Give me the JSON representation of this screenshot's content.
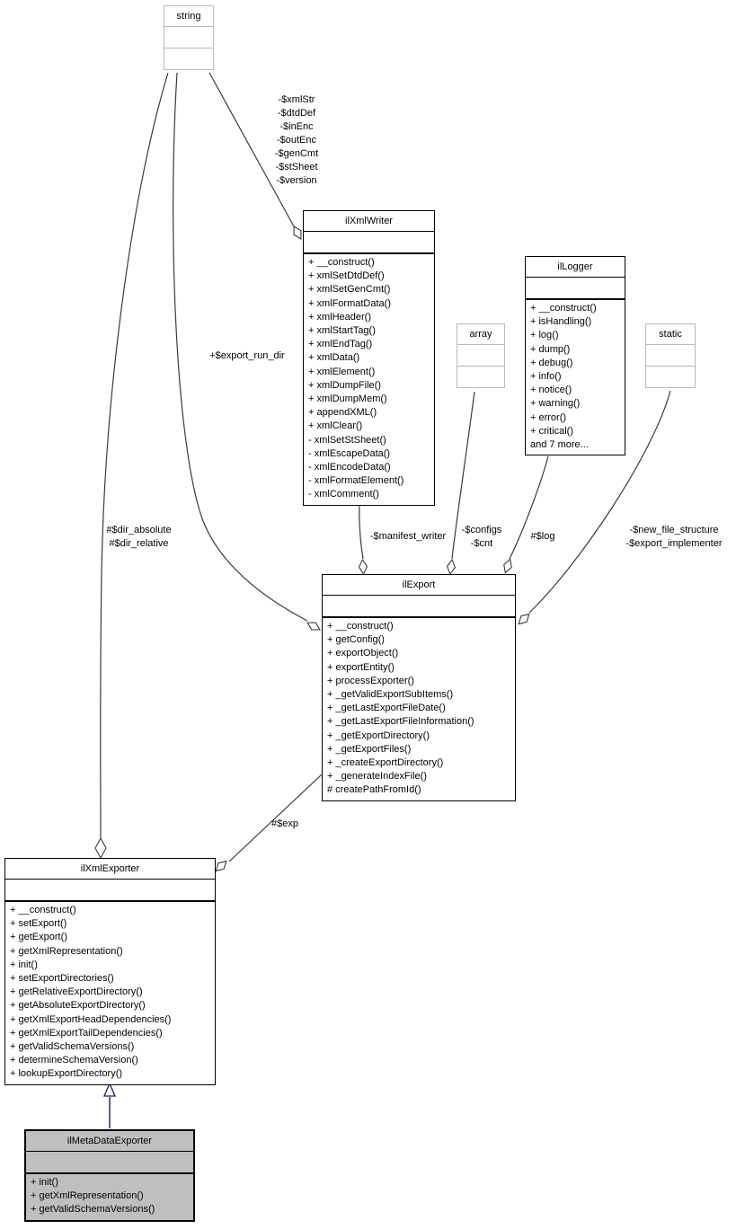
{
  "colors": {
    "edge": "#3a3a3a",
    "inheritance": "#191970",
    "highlight_fill": "#bfbfbf",
    "muted_border": "#b9b9b9"
  },
  "classes": {
    "string": {
      "name": "string"
    },
    "array": {
      "name": "array"
    },
    "static": {
      "name": "static"
    },
    "ilXmlWriter": {
      "name": "ilXmlWriter",
      "methods": [
        "+ __construct()",
        "+ xmlSetDtdDef()",
        "+ xmlSetGenCmt()",
        "+ xmlFormatData()",
        "+ xmlHeader()",
        "+ xmlStartTag()",
        "+ xmlEndTag()",
        "+ xmlData()",
        "+ xmlElement()",
        "+ xmlDumpFile()",
        "+ xmlDumpMem()",
        "+ appendXML()",
        "+ xmlClear()",
        "- xmlSetStSheet()",
        "- xmlEscapeData()",
        "- xmlEncodeData()",
        "- xmlFormatElement()",
        "- xmlComment()"
      ]
    },
    "ilLogger": {
      "name": "ilLogger",
      "methods": [
        "+ __construct()",
        "+ isHandling()",
        "+ log()",
        "+ dump()",
        "+ debug()",
        "+ info()",
        "+ notice()",
        "+ warning()",
        "+ error()",
        "+ critical()",
        "and 7 more..."
      ]
    },
    "ilExport": {
      "name": "ilExport",
      "methods": [
        "+ __construct()",
        "+ getConfig()",
        "+ exportObject()",
        "+ exportEntity()",
        "+ processExporter()",
        "+ _getValidExportSubItems()",
        "+ _getLastExportFileDate()",
        "+ _getLastExportFileInformation()",
        "+ _getExportDirectory()",
        "+ _getExportFiles()",
        "+ _createExportDirectory()",
        "+ _generateIndexFile()",
        "# createPathFromId()"
      ]
    },
    "ilXmlExporter": {
      "name": "ilXmlExporter",
      "methods": [
        "+ __construct()",
        "+ setExport()",
        "+ getExport()",
        "+ getXmlRepresentation()",
        "+ init()",
        "+ setExportDirectories()",
        "+ getRelativeExportDirectory()",
        "+ getAbsoluteExportDirectory()",
        "+ getXmlExportHeadDependencies()",
        "+ getXmlExportTailDependencies()",
        "+ getValidSchemaVersions()",
        "+ determineSchemaVersion()",
        "+ lookupExportDirectory()"
      ]
    },
    "ilMetaDataExporter": {
      "name": "ilMetaDataExporter",
      "methods": [
        "+ init()",
        "+ getXmlRepresentation()",
        "+ getValidSchemaVersions()"
      ]
    }
  },
  "edge_labels": {
    "xmlwriter_fields": "-$xmlStr\n-$dtdDef\n-$inEnc\n-$outEnc\n-$genCmt\n-$stSheet\n-$version",
    "export_run_dir": "+$export_run_dir",
    "dir_fields": "#$dir_absolute\n#$dir_relative",
    "manifest_writer": "-$manifest_writer",
    "configs": "-$configs\n-$cnt",
    "log": "#$log",
    "static_fields": "-$new_file_structure\n-$export_implementer",
    "exp": "#$exp"
  }
}
